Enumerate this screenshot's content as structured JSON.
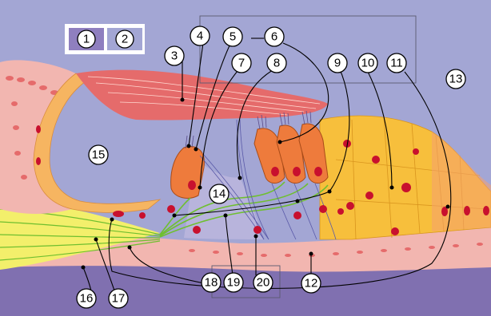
{
  "diagram": {
    "legend": {
      "items": [
        {
          "text": "1",
          "fill": "#8f7fbf"
        },
        {
          "text": "2",
          "fill": "#a3a6d4"
        }
      ]
    },
    "labels": [
      "3",
      "4",
      "5",
      "6",
      "7",
      "8",
      "9",
      "10",
      "11",
      "12",
      "13",
      "14",
      "15",
      "16",
      "17",
      "18",
      "19",
      "20"
    ],
    "colors": {
      "background": "#a3a6d4",
      "scala_lower": "#8070b0",
      "membrane_pink": "#f2b6b0",
      "muscle_red": "#e56b6b",
      "orange_cells": "#f6b561",
      "hair_cells": "#ee7b3c",
      "support_yellow": "#f7bf3c",
      "nerve_green": "#6fbf2f",
      "nucleus_red": "#c8102e",
      "nerve_yellow": "#f3ef6b",
      "cuboidal_orange": "#f6a070"
    }
  }
}
